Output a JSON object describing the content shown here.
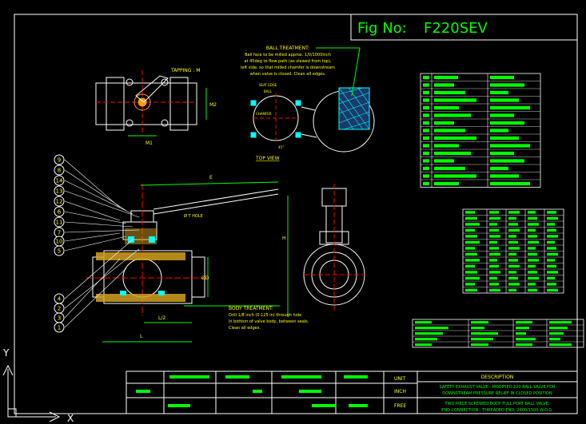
{
  "title_block": {
    "fig_label": "Fig No:",
    "fig_number": "F220SEV"
  },
  "ball_treatment": {
    "heading": "BALL TREATMENT:",
    "lines": [
      "Ball face to be milled approx. 1/0/1000inch",
      "at 45deg to flow path (as viewed from top),",
      "left side, so that milled chamfer is downstream",
      "when valve is closed. Clean all edges."
    ]
  },
  "body_treatment": {
    "heading": "BODY TREATMENT:",
    "lines": [
      "Drill 1/8 inch (0.125 in) through hole",
      "in bottom of valve body, between seals.",
      "Clean all edges."
    ]
  },
  "labels": {
    "tapping": "TAPPING : M",
    "top_view": "TOP VIEW",
    "seat_edge": "SEAT EDGE",
    "ball": "BALL",
    "chamfer": "CHAMFER",
    "angle": "45°",
    "hole": "Ø T HOLE",
    "dim_m1": "M1",
    "dim_m2": "M2",
    "dim_e": "E",
    "dim_h": "H",
    "dim_d": "ØD",
    "dim_l2": "L/2",
    "dim_l": "L"
  },
  "callouts": [
    "9",
    "8",
    "14",
    "13",
    "12",
    "6",
    "11",
    "7",
    "10",
    "5",
    "4",
    "2",
    "3",
    "1"
  ],
  "bottom_block": {
    "unit_label": "UNIT",
    "inch_label": "INCH",
    "free_label": "FREE",
    "description_heading": "DESCRIPTION",
    "description_lines": [
      "SAFETY EXHAUST VALVE - MODIFIED 220 BALL VALVE FOR",
      "DOWNSTREAM PRESSURE RELIEF IN CLOSED POSITION",
      "TWO PIECE SCREWED BODY FULL PORT BALL VALVE,",
      "END CONNECTION : THREADED END, 2000/1500 W.O.G."
    ]
  },
  "ucs": {
    "y_axis": "Y",
    "x_axis": "X"
  },
  "colors": {
    "background": "#000000",
    "line": "#ffffff",
    "text": "#ffff00",
    "accent": "#00ff00",
    "cyan": "#00ffff",
    "red": "#ff0000",
    "hatch": "#d4a020"
  }
}
